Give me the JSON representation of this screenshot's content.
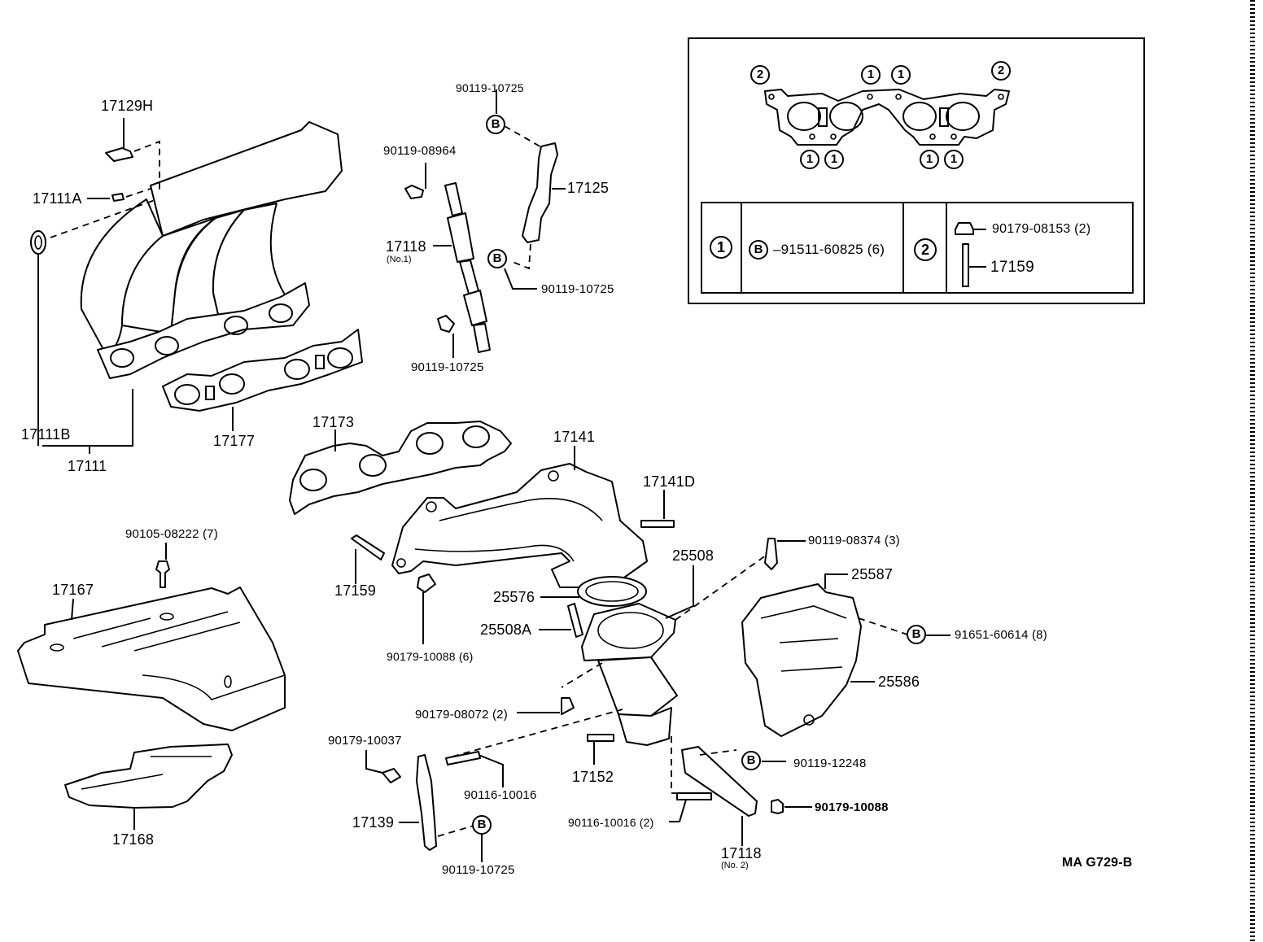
{
  "drawing_id": "MA G729-B",
  "symbols": {
    "bolt_marker": "B",
    "ref_1": "1",
    "ref_2": "2"
  },
  "inset": {
    "gasket_refs_top": [
      "2",
      "1",
      "1",
      "2"
    ],
    "gasket_refs_bottom": [
      "1",
      "1",
      "1",
      "1"
    ],
    "legend": [
      {
        "ref": "1",
        "marker": "B",
        "part": "–91511-60825 (6)"
      },
      {
        "ref": "2",
        "nut": "90179-08153 (2)",
        "stud": "17159"
      }
    ]
  },
  "labels": {
    "p17129H": "17129H",
    "p17111A": "17111A",
    "p17111B": "17111B",
    "p17111": "17111",
    "p17177": "17177",
    "p90119_10725_top": "90119-10725",
    "p90119_08964": "90119-08964",
    "p17125": "17125",
    "p17118_1": "17118",
    "p17118_1_sub": "(No.1)",
    "p90119_10725_mid": "90119-10725",
    "p90119_10725_low": "90119-10725",
    "p17173": "17173",
    "p17141": "17141",
    "p17141D": "17141D",
    "p90105_08222": "90105-08222 (7)",
    "p17167": "17167",
    "p17159": "17159",
    "p90179_10088_6": "90179-10088 (6)",
    "p25508": "25508",
    "p25576": "25576",
    "p25508A": "25508A",
    "p90119_08374": "90119-08374 (3)",
    "p25587": "25587",
    "p91651_60614": "91651-60614 (8)",
    "p25586": "25586",
    "p90179_08072": "90179-08072 (2)",
    "p90179_10037": "90179-10037",
    "p90116_10016": "90116-10016",
    "p17152": "17152",
    "p90119_12248": "90119-12248",
    "p90179_10088": "90179-10088",
    "p17139": "17139",
    "p90116_10016_2": "90116-10016 (2)",
    "p90119_10725_bot": "90119-10725",
    "p17118_2": "17118",
    "p17118_2_sub": "(No. 2)",
    "p17168": "17168"
  }
}
